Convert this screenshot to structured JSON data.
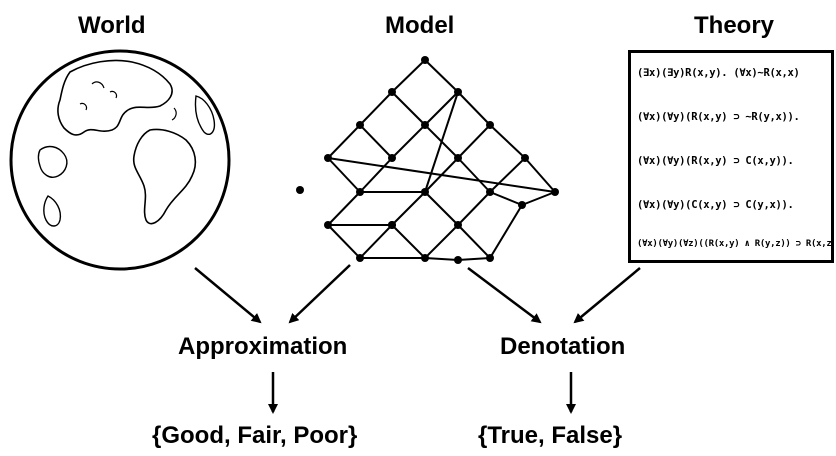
{
  "titles": {
    "world": "World",
    "model": "Model",
    "theory": "Theory"
  },
  "theory": {
    "formulas": [
      "(∃x)(∃y)R(x,y).      (∀x)~R(x,x)",
      "(∀x)(∀y)(R(x,y) ⊃ ~R(y,x)).",
      "(∀x)(∀y)(R(x,y) ⊃ C(x,y)).",
      "(∀x)(∀y)(C(x,y) ⊃ C(y,x)).",
      "(∀x)(∀y)(∀z)((R(x,y) ∧ R(y,z)) ⊃ R(x,z))"
    ]
  },
  "nodes": {
    "approximation": "Approximation",
    "denotation": "Denotation"
  },
  "results": {
    "approximation": "{Good, Fair, Poor}",
    "denotation": "{True, False}"
  }
}
